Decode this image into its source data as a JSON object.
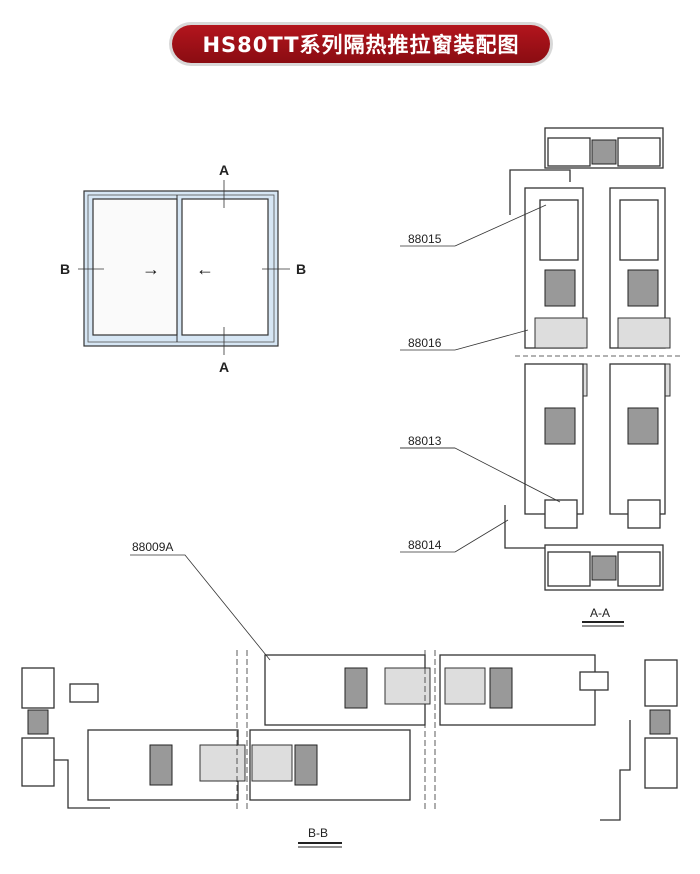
{
  "title": "HS80TT系列隔热推拉窗装配图",
  "elevation": {
    "section_a_top": "A",
    "section_a_bottom": "A",
    "section_b_left": "B",
    "section_b_right": "B",
    "arrow_left_sash": "→",
    "arrow_right_sash": "←"
  },
  "section_aa": {
    "label": "A-A",
    "parts": [
      "88015",
      "88016",
      "88013",
      "88014"
    ]
  },
  "section_bb": {
    "label": "B-B",
    "parts": [
      "88009A"
    ]
  },
  "colors": {
    "title_bg": "#a01018",
    "frame_fill": "#d6e6f4"
  }
}
